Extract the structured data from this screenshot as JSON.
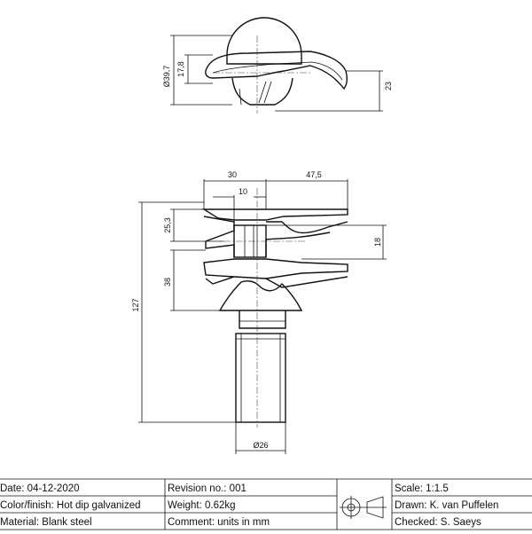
{
  "dimensions": {
    "top_diameter": "Ø39,7",
    "top_height": "17,8",
    "top_right": "23",
    "width_left": "30",
    "width_right": "47,5",
    "slot": "10",
    "upper_height": "25,3",
    "right_height": "18",
    "mid_height": "38",
    "total_height": "127",
    "shaft_diameter": "Ø26"
  },
  "title_block": {
    "date": "Date: 04-12-2020",
    "color_finish": "Color/finish: Hot dip galvanized",
    "material": "Material: Blank steel",
    "revision": "Revision no.: 001",
    "weight": "Weight: 0.62kg",
    "comment": "Comment: units in mm",
    "scale": "Scale: 1:1.5",
    "drawn": "Drawn: K. van Puffelen",
    "checked": "Checked: S. Saeys"
  }
}
